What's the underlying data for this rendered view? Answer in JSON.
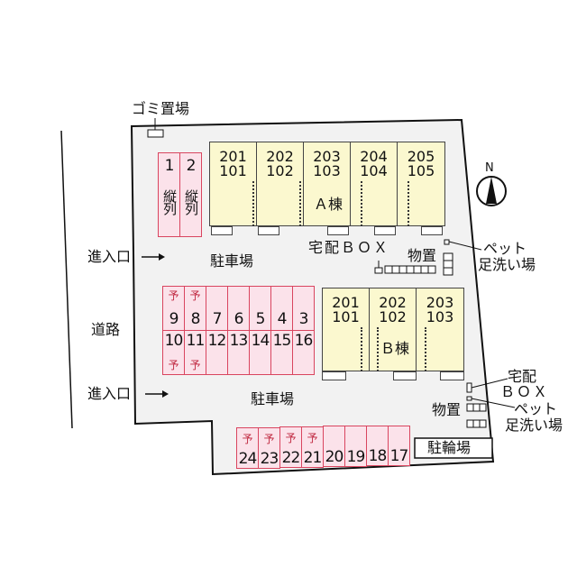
{
  "map": {
    "type": "apartment site plan",
    "colors": {
      "lot_fill": "#f2f2f2",
      "parking_fill": "#fbe2ea",
      "parking_border": "#d9455f",
      "reserved_text": "#c02840",
      "building_fill": "#fbf8cf",
      "line": "#111111"
    },
    "labels": {
      "garbage": "ゴミ置場",
      "entrance_top": "進入口",
      "entrance_bottom": "進入口",
      "road": "道路",
      "parking_top": "駐車場",
      "parking_bottom": "駐車場",
      "delivery_box_a": "宅配ＢＯＸ",
      "storage_a": "物置",
      "pet_wash_a_line1": "ペット",
      "pet_wash_a_line2": "足洗い場",
      "delivery_box_b_line1": "宅配",
      "delivery_box_b_line2": "ＢＯＸ",
      "storage_b": "物置",
      "pet_wash_b_line1": "ペット",
      "pet_wash_b_line2": "足洗い場",
      "bicycle_parking": "駐輪場",
      "north": "N",
      "arrow": "→"
    },
    "building_a": {
      "name": "Ａ棟",
      "units": [
        {
          "upper": "201",
          "lower": "101"
        },
        {
          "upper": "202",
          "lower": "102"
        },
        {
          "upper": "203",
          "lower": "103"
        },
        {
          "upper": "204",
          "lower": "104"
        },
        {
          "upper": "205",
          "lower": "105"
        }
      ]
    },
    "building_b": {
      "name": "Ｂ棟",
      "units": [
        {
          "upper": "201",
          "lower": "101"
        },
        {
          "upper": "202",
          "lower": "102"
        },
        {
          "upper": "203",
          "lower": "103"
        }
      ]
    },
    "parking_vertical": [
      {
        "num": "1",
        "note": "縦列"
      },
      {
        "num": "2",
        "note": "縦列"
      }
    ],
    "parking_block_top_row": [
      {
        "num": "9",
        "reserved": "予"
      },
      {
        "num": "8",
        "reserved": "予"
      },
      {
        "num": "7",
        "reserved": ""
      },
      {
        "num": "6",
        "reserved": ""
      },
      {
        "num": "5",
        "reserved": ""
      },
      {
        "num": "4",
        "reserved": ""
      },
      {
        "num": "3",
        "reserved": ""
      }
    ],
    "parking_block_bottom_row": [
      {
        "num": "10",
        "reserved": "予"
      },
      {
        "num": "11",
        "reserved": "予"
      },
      {
        "num": "12",
        "reserved": ""
      },
      {
        "num": "13",
        "reserved": ""
      },
      {
        "num": "14",
        "reserved": ""
      },
      {
        "num": "15",
        "reserved": ""
      },
      {
        "num": "16",
        "reserved": ""
      }
    ],
    "parking_bottom_row": [
      {
        "num": "24",
        "reserved": "予"
      },
      {
        "num": "23",
        "reserved": "予"
      },
      {
        "num": "22",
        "reserved": "予"
      },
      {
        "num": "21",
        "reserved": "予"
      },
      {
        "num": "20",
        "reserved": ""
      },
      {
        "num": "19",
        "reserved": ""
      },
      {
        "num": "18",
        "reserved": ""
      },
      {
        "num": "17",
        "reserved": ""
      }
    ]
  }
}
